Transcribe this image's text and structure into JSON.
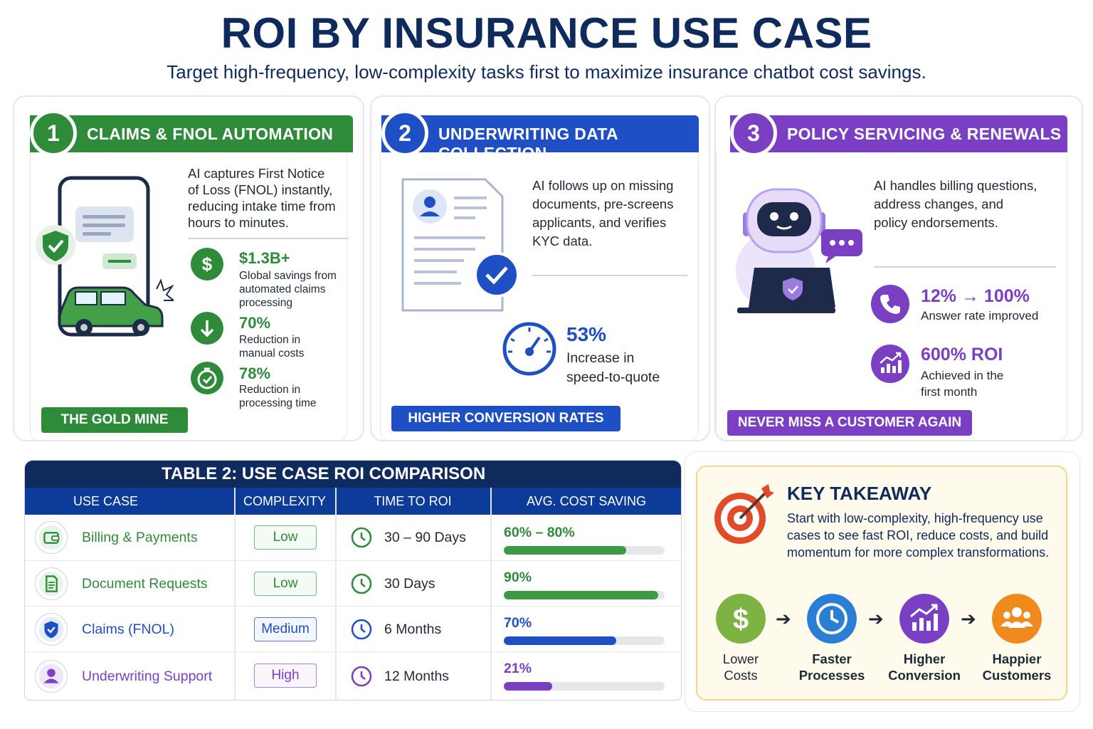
{
  "header": {
    "title": "ROI BY INSURANCE USE CASE",
    "subtitle": "Target high-frequency, low-complexity tasks first to maximize insurance chatbot cost savings."
  },
  "colors": {
    "green": "#2e8b3a",
    "blue": "#1f4fc4",
    "purple": "#7b3fc4",
    "navy": "#0f2a5c"
  },
  "cards": [
    {
      "number": "1",
      "title": "CLAIMS & FNOL AUTOMATION",
      "desc_lines": [
        "AI captures First Notice",
        "of Loss (FNOL) instantly,",
        "reducing intake time from",
        "hours to minutes."
      ],
      "stats": [
        {
          "icon": "dollar-icon",
          "value": "$1.3B+",
          "label_lines": [
            "Global savings from",
            "automated claims",
            "processing"
          ]
        },
        {
          "icon": "arrow-down-icon",
          "value": "70%",
          "label_lines": [
            "Reduction in",
            "manual costs"
          ]
        },
        {
          "icon": "stopwatch-icon",
          "value": "78%",
          "label_lines": [
            "Reduction in",
            "processing time"
          ]
        }
      ],
      "pill": "THE GOLD MINE"
    },
    {
      "number": "2",
      "title": "UNDERWRITING DATA COLLECTION",
      "desc_lines": [
        "AI follows up on missing",
        "documents, pre-screens",
        "applicants, and verifies",
        "KYC data."
      ],
      "stats": [
        {
          "icon": "speedometer-icon",
          "value": "53%",
          "label_lines": [
            "Increase in",
            "speed-to-quote"
          ]
        }
      ],
      "pill": "HIGHER CONVERSION RATES"
    },
    {
      "number": "3",
      "title": "POLICY SERVICING & RENEWALS",
      "desc_lines": [
        "AI handles billing questions,",
        "address changes, and",
        "policy endorsements."
      ],
      "stats": [
        {
          "icon": "phone-icon",
          "value": "12% → 100%",
          "label_lines": [
            "Answer rate improved"
          ]
        },
        {
          "icon": "growth-chart-icon",
          "value": "600% ROI",
          "label_lines": [
            "Achieved in the",
            "first month"
          ]
        }
      ],
      "pill": "NEVER MISS A CUSTOMER AGAIN"
    }
  ],
  "table": {
    "title": "TABLE 2: USE CASE ROI COMPARISON",
    "headers": [
      "USE CASE",
      "COMPLEXITY",
      "TIME TO ROI",
      "AVG. COST SAVING"
    ],
    "rows": [
      {
        "icon": "wallet-icon",
        "use_case": "Billing & Payments",
        "complexity": "Low",
        "time": "30 – 90 Days",
        "saving": "60% – 80%",
        "saving_fill": 0.76
      },
      {
        "icon": "document-icon",
        "use_case": "Document Requests",
        "complexity": "Low",
        "time": "30 Days",
        "saving": "90%",
        "saving_fill": 0.96
      },
      {
        "icon": "shield-icon",
        "use_case": "Claims (FNOL)",
        "complexity": "Medium",
        "time": "6 Months",
        "saving": "70%",
        "saving_fill": 0.7
      },
      {
        "icon": "user-icon",
        "use_case": "Underwriting Support",
        "complexity": "High",
        "time": "12 Months",
        "saving": "21%",
        "saving_fill": 0.3
      }
    ]
  },
  "takeaway": {
    "title": "KEY TAKEAWAY",
    "text": "Start with low-complexity, high-frequency use cases to see fast ROI, reduce costs, and build momentum for more complex transformations.",
    "flow": [
      {
        "icon": "dollar-icon",
        "line1": "Lower",
        "line2": "Costs",
        "color": "#7cb342"
      },
      {
        "icon": "clock-icon",
        "line1": "Faster",
        "line2": "Processes",
        "color": "#2a7fd4"
      },
      {
        "icon": "growth-chart-icon",
        "line1": "Higher",
        "line2": "Conversion",
        "color": "#7b3fc4"
      },
      {
        "icon": "people-icon",
        "line1": "Happier",
        "line2": "Customers",
        "color": "#f08a1c"
      }
    ]
  }
}
